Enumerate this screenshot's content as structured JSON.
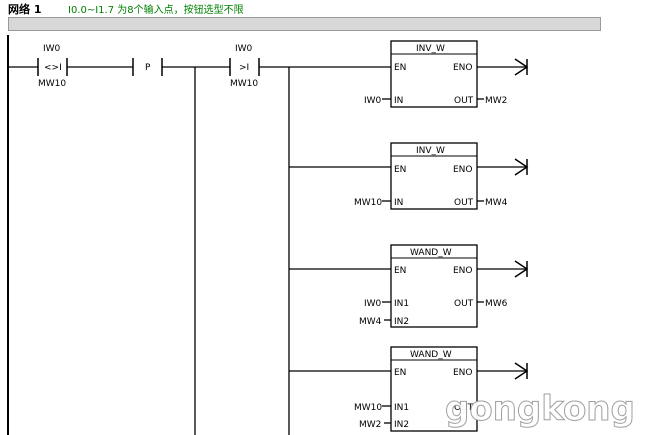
{
  "network": {
    "title": "网络 1",
    "comment": "I0.0~I1.7 为8个输入点，按钮选型不限"
  },
  "contacts": [
    {
      "top": "IW0",
      "symbol": "<>I",
      "bottom": "MW10"
    },
    {
      "symbol": "P"
    },
    {
      "top": "IW0",
      "symbol": ">I",
      "bottom": "MW10"
    }
  ],
  "blocks": [
    {
      "name": "INV_W",
      "en": "EN",
      "eno": "ENO",
      "inputs": [
        {
          "pin": "IN",
          "operand": "IW0"
        }
      ],
      "output": {
        "pin": "OUT",
        "operand": "MW2"
      }
    },
    {
      "name": "INV_W",
      "en": "EN",
      "eno": "ENO",
      "inputs": [
        {
          "pin": "IN",
          "operand": "MW10"
        }
      ],
      "output": {
        "pin": "OUT",
        "operand": "MW4"
      }
    },
    {
      "name": "WAND_W",
      "en": "EN",
      "eno": "ENO",
      "inputs": [
        {
          "pin": "IN1",
          "operand": "IW0"
        },
        {
          "pin": "IN2",
          "operand": "MW4"
        }
      ],
      "output": {
        "pin": "OUT",
        "operand": "MW6"
      }
    },
    {
      "name": "WAND_W",
      "en": "EN",
      "eno": "ENO",
      "inputs": [
        {
          "pin": "IN1",
          "operand": "MW10"
        },
        {
          "pin": "IN2",
          "operand": "MW2"
        }
      ],
      "output": {
        "pin": "OUT",
        "operand": ""
      }
    }
  ],
  "watermark": "gongkong"
}
